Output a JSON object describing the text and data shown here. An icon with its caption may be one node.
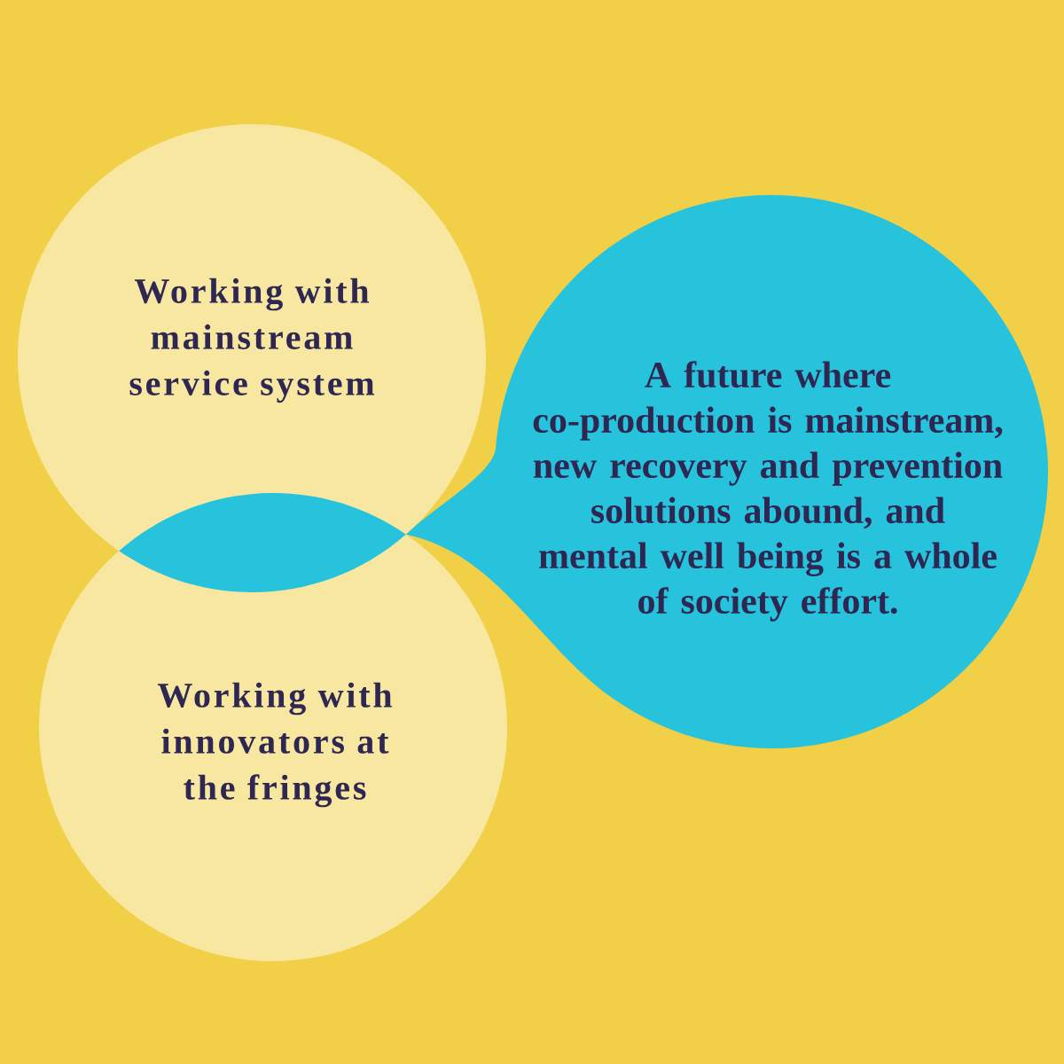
{
  "diagram": {
    "nodes": [
      {
        "text": [
          "Working with mainstream service system"
        ]
      },
      {
        "text": [
          "A future where co-production is mainstream, new recovery and prevention solutions abound, and mental well being is a whole of society effort."
        ]
      },
      {
        "text": [],
        "shape": "lens"
      },
      {
        "text": [
          "Working with innovators at the fringes"
        ]
      }
    ]
  }
}
